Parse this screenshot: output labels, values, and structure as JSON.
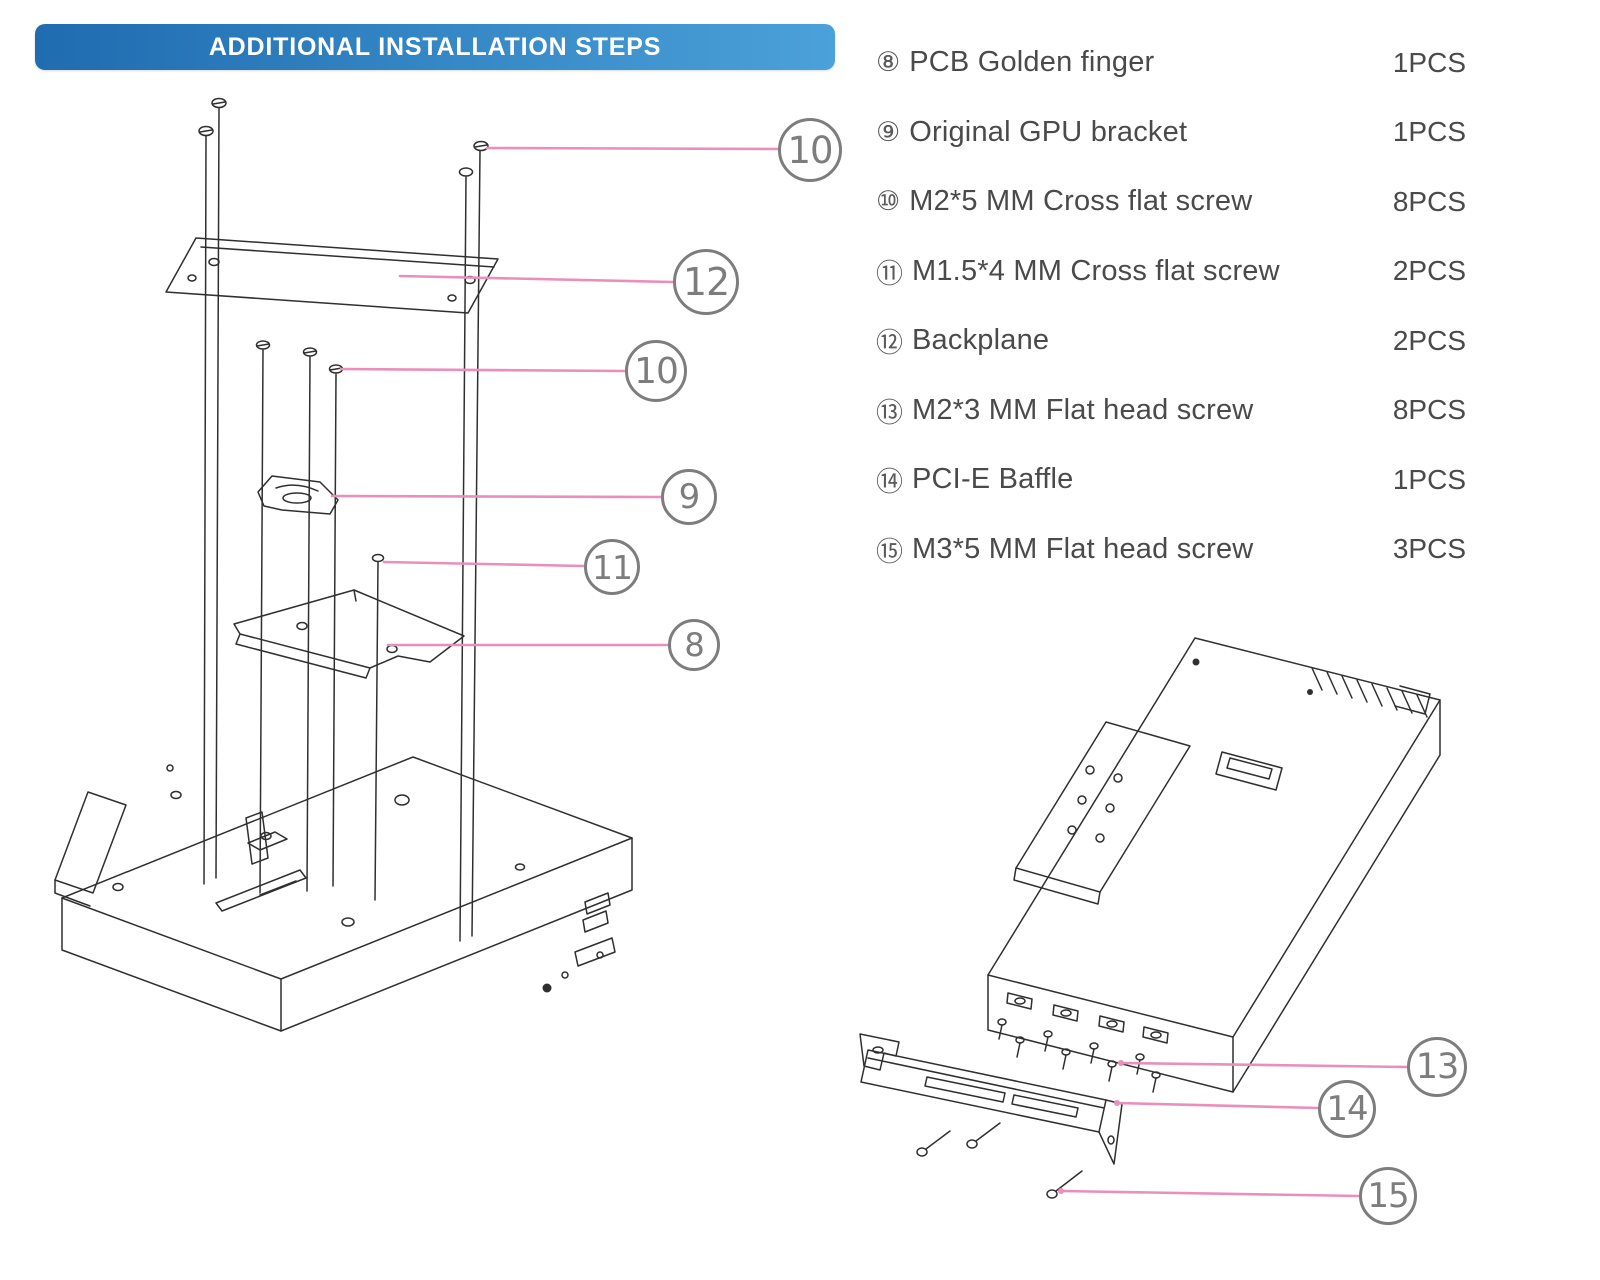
{
  "header": {
    "title": "ADDITIONAL INSTALLATION STEPS"
  },
  "colors": {
    "banner_start": "#1f6cb0",
    "banner_end": "#4ba1d9",
    "leader": "#ea8fbb",
    "line_art": "#2f2f2f",
    "callout": "#7d7d7d",
    "text": "#4a4a4a"
  },
  "parts_list": {
    "items": [
      {
        "circled": "⑧",
        "label": "PCB Golden finger",
        "qty": "1PCS"
      },
      {
        "circled": "⑨",
        "label": "Original GPU bracket",
        "qty": "1PCS"
      },
      {
        "circled": "⑩",
        "label": "M2*5 MM Cross flat screw",
        "qty": "8PCS"
      },
      {
        "circled": "⑪",
        "label": "M1.5*4 MM Cross flat screw",
        "qty": "2PCS"
      },
      {
        "circled": "⑫",
        "label": "Backplane",
        "qty": "2PCS"
      },
      {
        "circled": "⑬",
        "label": "M2*3 MM Flat head screw",
        "qty": "8PCS"
      },
      {
        "circled": "⑭",
        "label": "PCI-E Baffle",
        "qty": "1PCS"
      },
      {
        "circled": "⑮",
        "label": "M3*5 MM Flat head screw",
        "qty": "3PCS"
      }
    ]
  },
  "exploded_view": {
    "callouts": [
      {
        "label": "10"
      },
      {
        "label": "12"
      },
      {
        "label": "10"
      },
      {
        "label": "9"
      },
      {
        "label": "11"
      },
      {
        "label": "8"
      }
    ]
  },
  "assembled_view": {
    "callouts": [
      {
        "label": "13"
      },
      {
        "label": "14"
      },
      {
        "label": "15"
      }
    ]
  }
}
